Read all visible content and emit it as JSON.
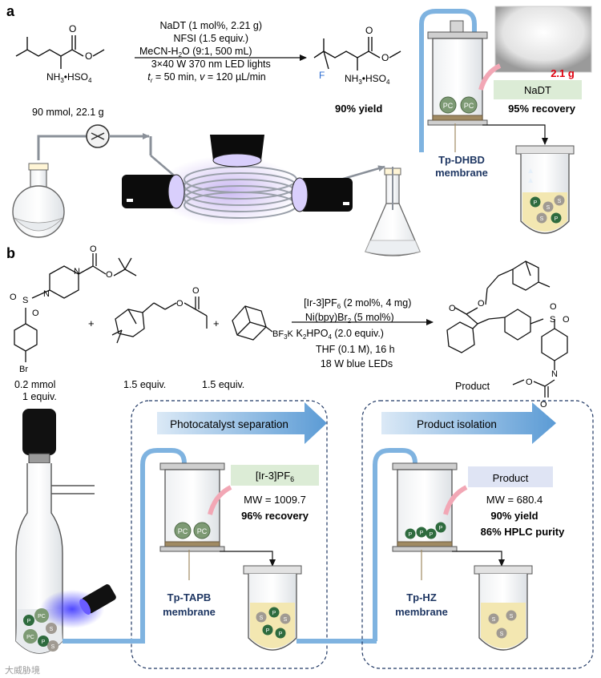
{
  "panel_a": {
    "label": "a",
    "conditions": [
      "NaDT (1 mol%, 2.21 g)",
      "NFSI (1.5 equiv.)",
      "MeCN-H",
      "2",
      "O (9:1, 500 mL)",
      "3×40 W 370 nm LED lights",
      "t",
      "r",
      " = 50 min, ",
      "v",
      " = 120 µL/min"
    ],
    "substrate_amount": "90 mmol, 22.1 g",
    "reactant_ester": "O",
    "reactant_amine": "NH",
    "reactant_amine_sub": "3",
    "reactant_salt": "•HSO",
    "reactant_salt_sub": "4",
    "fluoro_label": "F",
    "yield": "90% yield",
    "catalyst_name": "NaDT",
    "catalyst_mass": "2.1 g",
    "recovery": "95% recovery",
    "membrane_line1": "Tp-DHBD",
    "membrane_line2": "membrane",
    "ball_pc": "PC",
    "ball_p": "P",
    "ball_s": "S"
  },
  "panel_b": {
    "label": "b",
    "conditions": [
      "[Ir-3]PF",
      "6",
      " (2 mol%, 4 mg)",
      "Ni(bpy)Br",
      "2",
      " (5 mol%)",
      "K",
      "2",
      "HPO",
      "4",
      " (2.0 equiv.)",
      "THF (0.1 M), 16 h",
      "18 W blue LEDs"
    ],
    "reagent1_amount": "0.2 mmol",
    "reagent1_equiv": "1 equiv.",
    "reagent2_equiv": "1.5 equiv.",
    "reagent3_equiv": "1.5 equiv.",
    "bf3k": "BF",
    "bf3k_sub": "3",
    "bf3k_k": "K",
    "plus": "+",
    "atom_o": "O",
    "atom_n": "N",
    "atom_s": "S",
    "atom_br": "Br",
    "product_label": "Product",
    "step1_title": "Photocatalyst separation",
    "step1_catalyst": "[Ir-3]PF",
    "step1_catalyst_sub": "6",
    "step1_mw": "MW = 1009.7",
    "step1_recovery": "96% recovery",
    "step1_membrane_1": "Tp-TAPB",
    "step1_membrane_2": "membrane",
    "step2_title": "Product isolation",
    "step2_label": "Product",
    "step2_mw": "MW = 680.4",
    "step2_yield": "90% yield",
    "step2_purity": "86% HPLC purity",
    "step2_membrane_1": "Tp-HZ",
    "step2_membrane_2": "membrane"
  },
  "watermark": "大威胁境",
  "colors": {
    "navy": "#1f3763",
    "flow_blue": "#7fb3e0",
    "arrow_blue": "#5b9bd5",
    "pc_green": "#7d9a74",
    "p_green": "#2e6b3e",
    "s_gray": "#a09a92",
    "label_green_bg": "#dcecd6",
    "label_blue_bg": "#dfe4f4",
    "yellow_liquid": "#f3e7b1",
    "highlight_red": "#e0000f",
    "pink_arrow": "#f2a7b5"
  }
}
